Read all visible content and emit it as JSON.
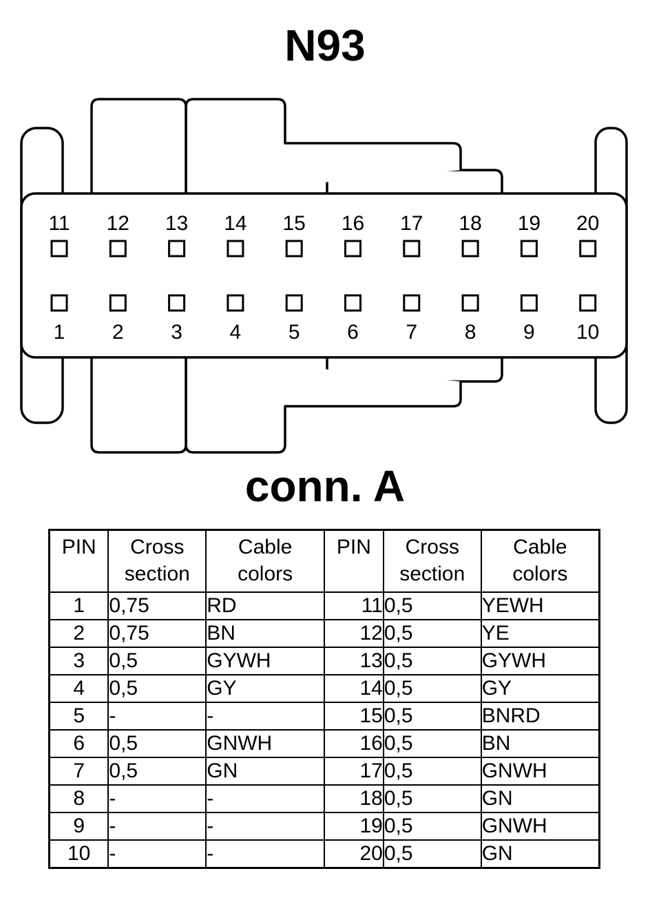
{
  "title": "N93",
  "subtitle": "conn. A",
  "connector": {
    "top_row_pins": [
      "11",
      "12",
      "13",
      "14",
      "15",
      "16",
      "17",
      "18",
      "19",
      "20"
    ],
    "bottom_row_pins": [
      "1",
      "2",
      "3",
      "4",
      "5",
      "6",
      "7",
      "8",
      "9",
      "10"
    ]
  },
  "table": {
    "headers": {
      "pin": "PIN",
      "cross_1": "Cross",
      "cross_2": "section",
      "cable_1": "Cable",
      "cable_2": "colors"
    },
    "rows": [
      {
        "pin_a": "1",
        "cross_a": "0,75",
        "color_a": "RD",
        "pin_b": "11",
        "cross_b": "0,5",
        "color_b": "YEWH"
      },
      {
        "pin_a": "2",
        "cross_a": "0,75",
        "color_a": "BN",
        "pin_b": "12",
        "cross_b": "0,5",
        "color_b": "YE"
      },
      {
        "pin_a": "3",
        "cross_a": "0,5",
        "color_a": "GYWH",
        "pin_b": "13",
        "cross_b": "0,5",
        "color_b": "GYWH"
      },
      {
        "pin_a": "4",
        "cross_a": "0,5",
        "color_a": "GY",
        "pin_b": "14",
        "cross_b": "0,5",
        "color_b": "GY"
      },
      {
        "pin_a": "5",
        "cross_a": "-",
        "color_a": "-",
        "pin_b": "15",
        "cross_b": "0,5",
        "color_b": "BNRD"
      },
      {
        "pin_a": "6",
        "cross_a": "0,5",
        "color_a": "GNWH",
        "pin_b": "16",
        "cross_b": "0,5",
        "color_b": "BN"
      },
      {
        "pin_a": "7",
        "cross_a": "0,5",
        "color_a": "GN",
        "pin_b": "17",
        "cross_b": "0,5",
        "color_b": "GNWH"
      },
      {
        "pin_a": "8",
        "cross_a": "-",
        "color_a": "-",
        "pin_b": "18",
        "cross_b": "0,5",
        "color_b": "GN"
      },
      {
        "pin_a": "9",
        "cross_a": "-",
        "color_a": "-",
        "pin_b": "19",
        "cross_b": "0,5",
        "color_b": "GNWH"
      },
      {
        "pin_a": "10",
        "cross_a": "-",
        "color_a": "-",
        "pin_b": "20",
        "cross_b": "0,5",
        "color_b": "GN"
      }
    ]
  }
}
